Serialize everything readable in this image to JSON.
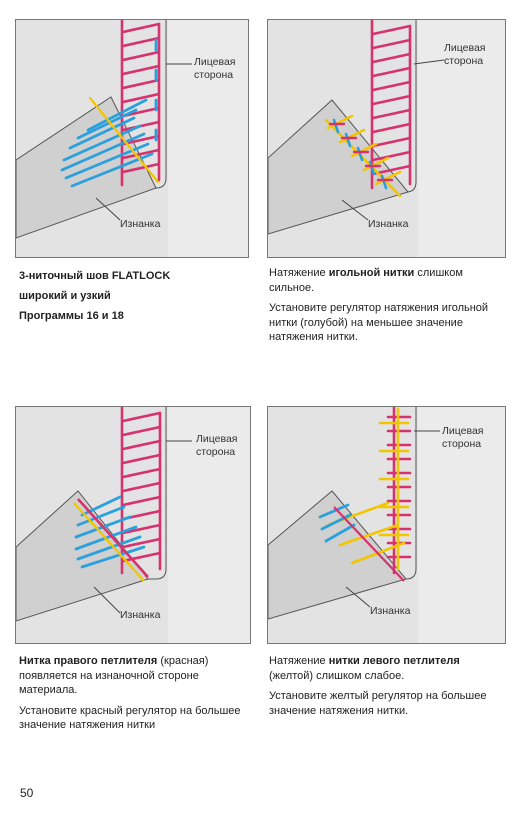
{
  "panels": [
    {
      "face_label": "Лицевая\nсторона",
      "back_label": "Изнанка"
    },
    {
      "face_label": "Лицевая\nсторона",
      "back_label": "Изнанка"
    },
    {
      "face_label": "Лицевая\nсторона",
      "back_label": "Изнанка"
    },
    {
      "face_label": "Лицевая\nсторона",
      "back_label": "Изнанка"
    }
  ],
  "captions": {
    "c1": {
      "line1": "3-ниточный шов FLATLOCK",
      "line2": "широкий и узкий",
      "line3": "Программы 16 и 18"
    },
    "c2": {
      "p1_a": "Натяжение ",
      "p1_b": "игольной нитки",
      "p1_c": " слишком сильное.",
      "p2": "Установите регулятор натяжения игольной нитки (голубой) на меньшее значение натяжения нитки."
    },
    "c3": {
      "p1_b": "Нитка правого петлителя",
      "p1_c": " (красная) появляется на изнаночной стороне материала.",
      "p2": "Установите красный регулятор на большее значение  натяжения нитки"
    },
    "c4": {
      "p1_a": "Натяжение ",
      "p1_b": "нитки левого петлителя",
      "p1_c": " (желтой) слишком слабое.",
      "p2": "Установите желтый регулятор на большее значение  натяжения нитки."
    }
  },
  "thread_colors": {
    "needle_blue": "#2aa0dc",
    "right_looper_red": "#d6336e",
    "left_looper_yellow": "#f2c500"
  },
  "page_number": "50"
}
